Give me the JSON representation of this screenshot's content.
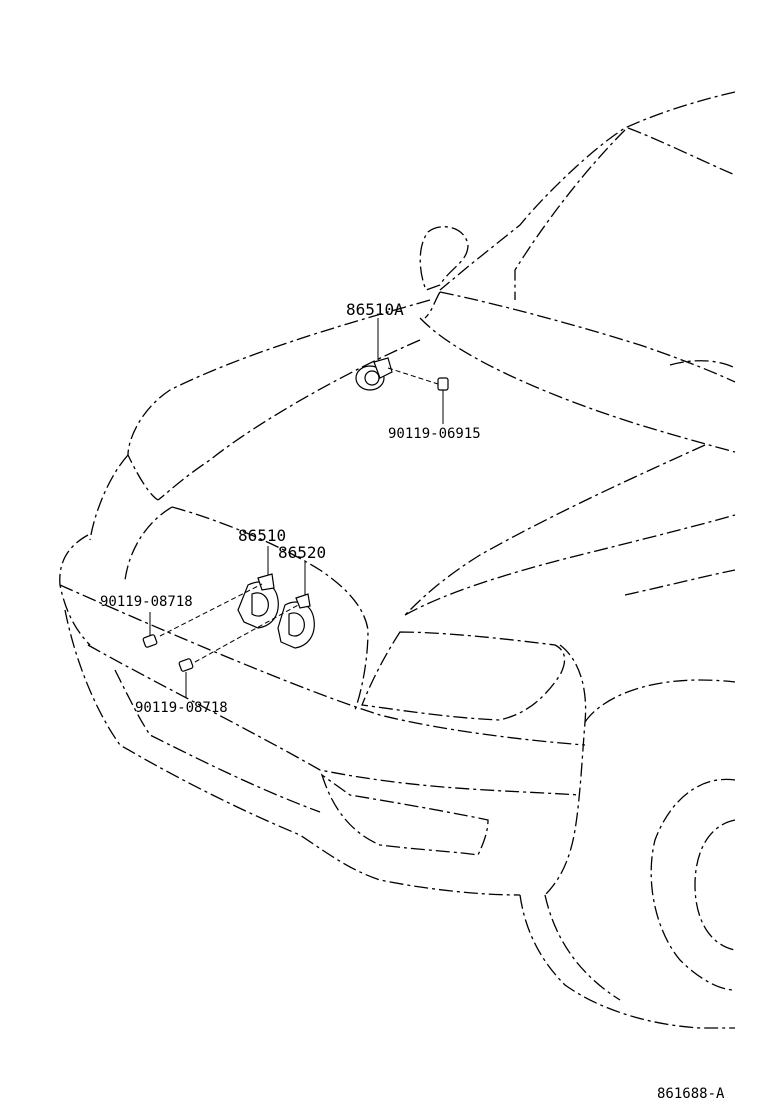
{
  "labels": {
    "horn_assembly_a": "86510A",
    "bolt_upper": "90119-06915",
    "horn_high": "86510",
    "horn_low": "86520",
    "bolt_left_upper": "90119-08718",
    "bolt_left_lower": "90119-08718",
    "diagram_id": "861688-A"
  },
  "colors": {
    "line": "#000000",
    "background": "#ffffff"
  }
}
